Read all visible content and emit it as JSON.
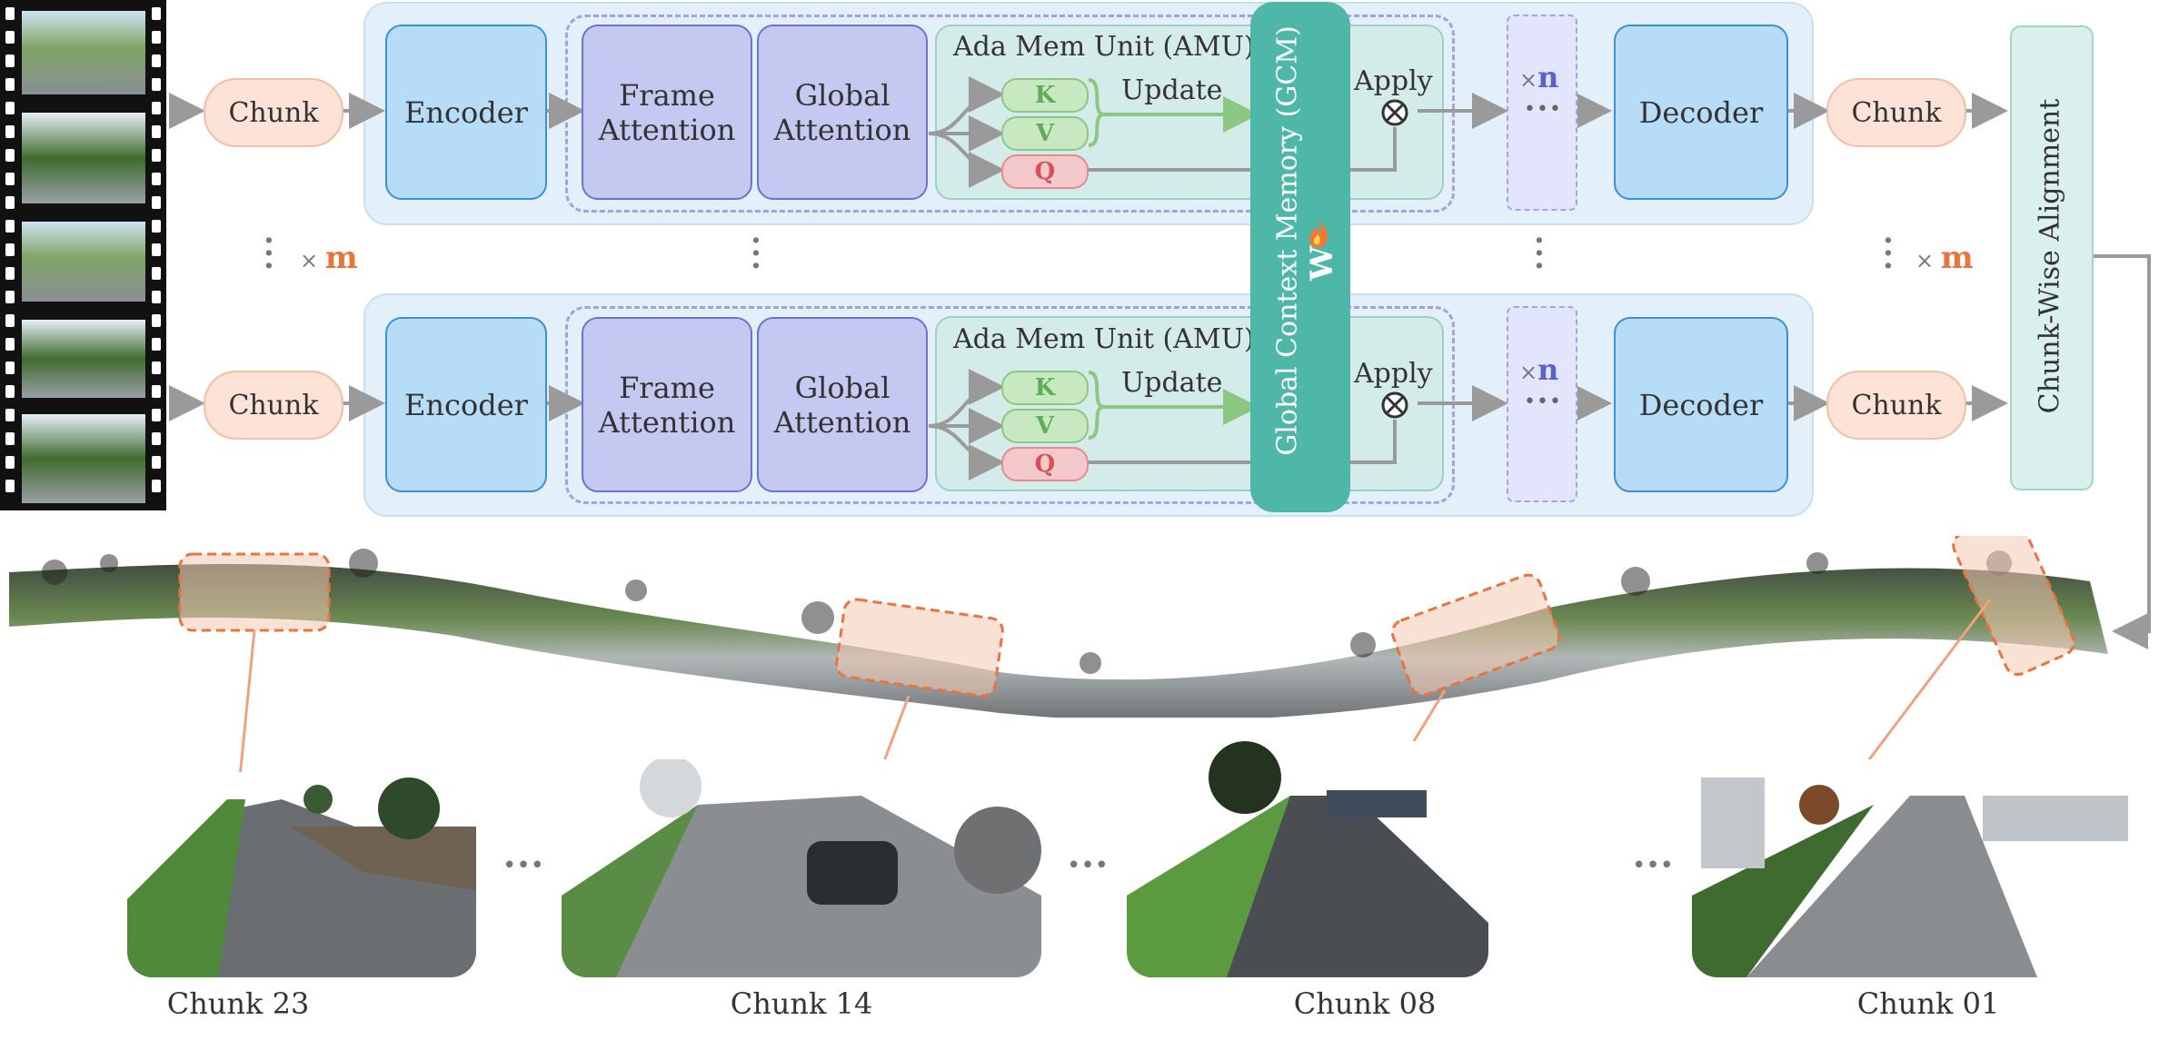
{
  "pipeline_row": {
    "chunk_label": "Chunk",
    "encoder_label": "Encoder",
    "frame_attention_label": "Frame\nAttention",
    "global_attention_label": "Global\nAttention",
    "amu_title": "Ada Mem Unit (AMU)",
    "k_label": "K",
    "v_label": "V",
    "q_label": "Q",
    "update_label": "Update",
    "apply_label": "Apply",
    "times_n": "n",
    "ellipsis": "•••",
    "decoder_label": "Decoder"
  },
  "repeat_m": "m",
  "gcm_label": "Global Context Memory (GCM)",
  "gcm_weight": "W",
  "alignment_label": "Chunk-Wise Alignment",
  "chunks": [
    {
      "caption": "Chunk 23"
    },
    {
      "caption": "Chunk 14"
    },
    {
      "caption": "Chunk 08"
    },
    {
      "caption": "Chunk 01"
    }
  ],
  "colors": {
    "accent_orange": "#e9743e",
    "accent_blue": "#5a63c9",
    "gcm_teal": "#4fb7a7"
  }
}
